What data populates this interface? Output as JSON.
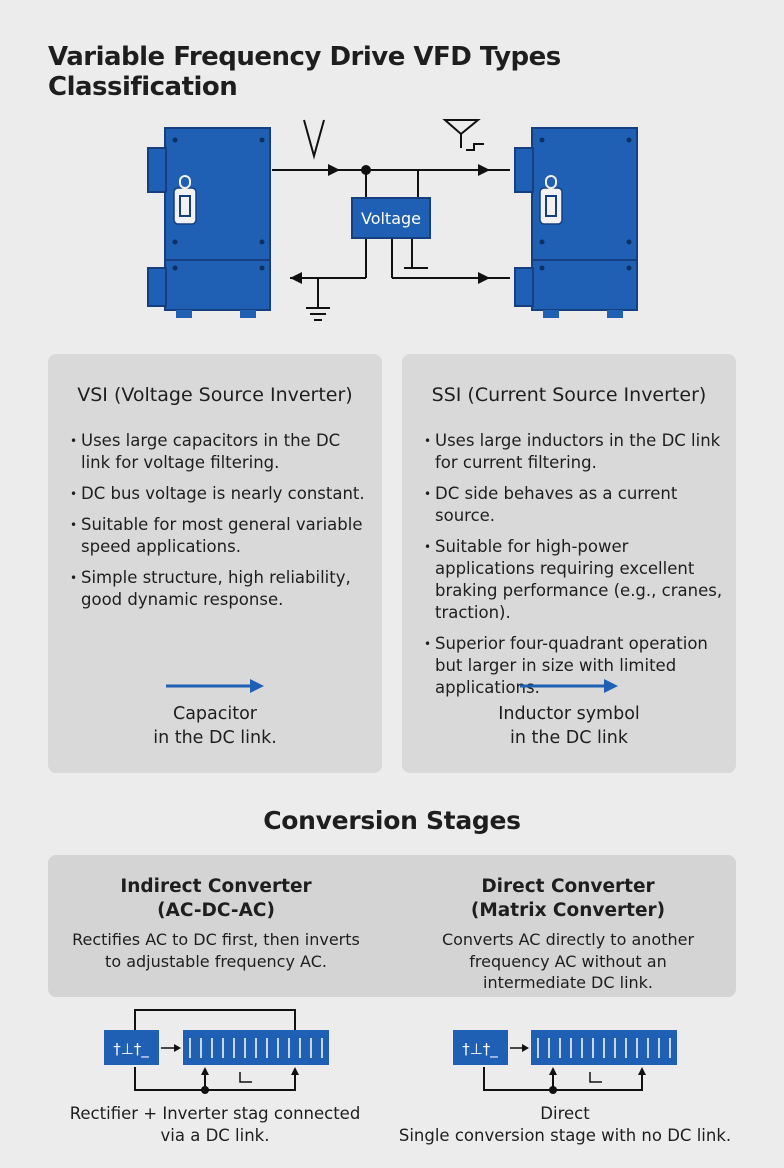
{
  "title": "Variable Frequency Drive VFD Types Classification",
  "top_diagram": {
    "center_label": "Voltage",
    "colors": {
      "primary_blue": "#1f5fb4",
      "dark_blue": "#163f80",
      "line": "#111111"
    }
  },
  "vsi": {
    "heading": "VSI (Voltage Source Inverter)",
    "bullets": [
      "Uses large capacitors in the DC link for voltage filtering.",
      "DC bus voltage is nearly constant.",
      "Suitable for most general variable speed applications.",
      "Simple structure, high reliability, good dynamic response."
    ],
    "caption_line1": "Capacitor",
    "caption_line2": "in the DC link."
  },
  "ssi": {
    "heading": "SSI (Current Source Inverter)",
    "bullets": [
      "Uses large inductors in the DC link for current filtering.",
      "DC side behaves as a current source.",
      "Suitable for high-power applications requiring excellent braking performance (e.g., cranes, traction).",
      "Superior four-quadrant operation but larger in size with limited applications."
    ],
    "caption_line1": "Inductor symbol",
    "caption_line2": "in the DC link"
  },
  "conversion": {
    "title": "Conversion Stages",
    "indirect": {
      "heading_line1": "Indirect Converter",
      "heading_line2": "(AC-DC-AC)",
      "desc_line1": "Rectifies AC to DC first, then inverts",
      "desc_line2": "to adjustable frequency AC."
    },
    "direct": {
      "heading_line1": "Direct Converter",
      "heading_line2": "(Matrix Converter)",
      "desc_line1": "Converts AC directly to another",
      "desc_line2": "frequency AC without an",
      "desc_line3": "intermediate DC link."
    },
    "rectifier_symbol": "†⊥†_",
    "bottom_left_line1": "Rectifier + Inverter stag connected",
    "bottom_left_line2": "via a DC link.",
    "bottom_right_line1": "Direct",
    "bottom_right_line2": "Single conversion stage with no DC link."
  }
}
